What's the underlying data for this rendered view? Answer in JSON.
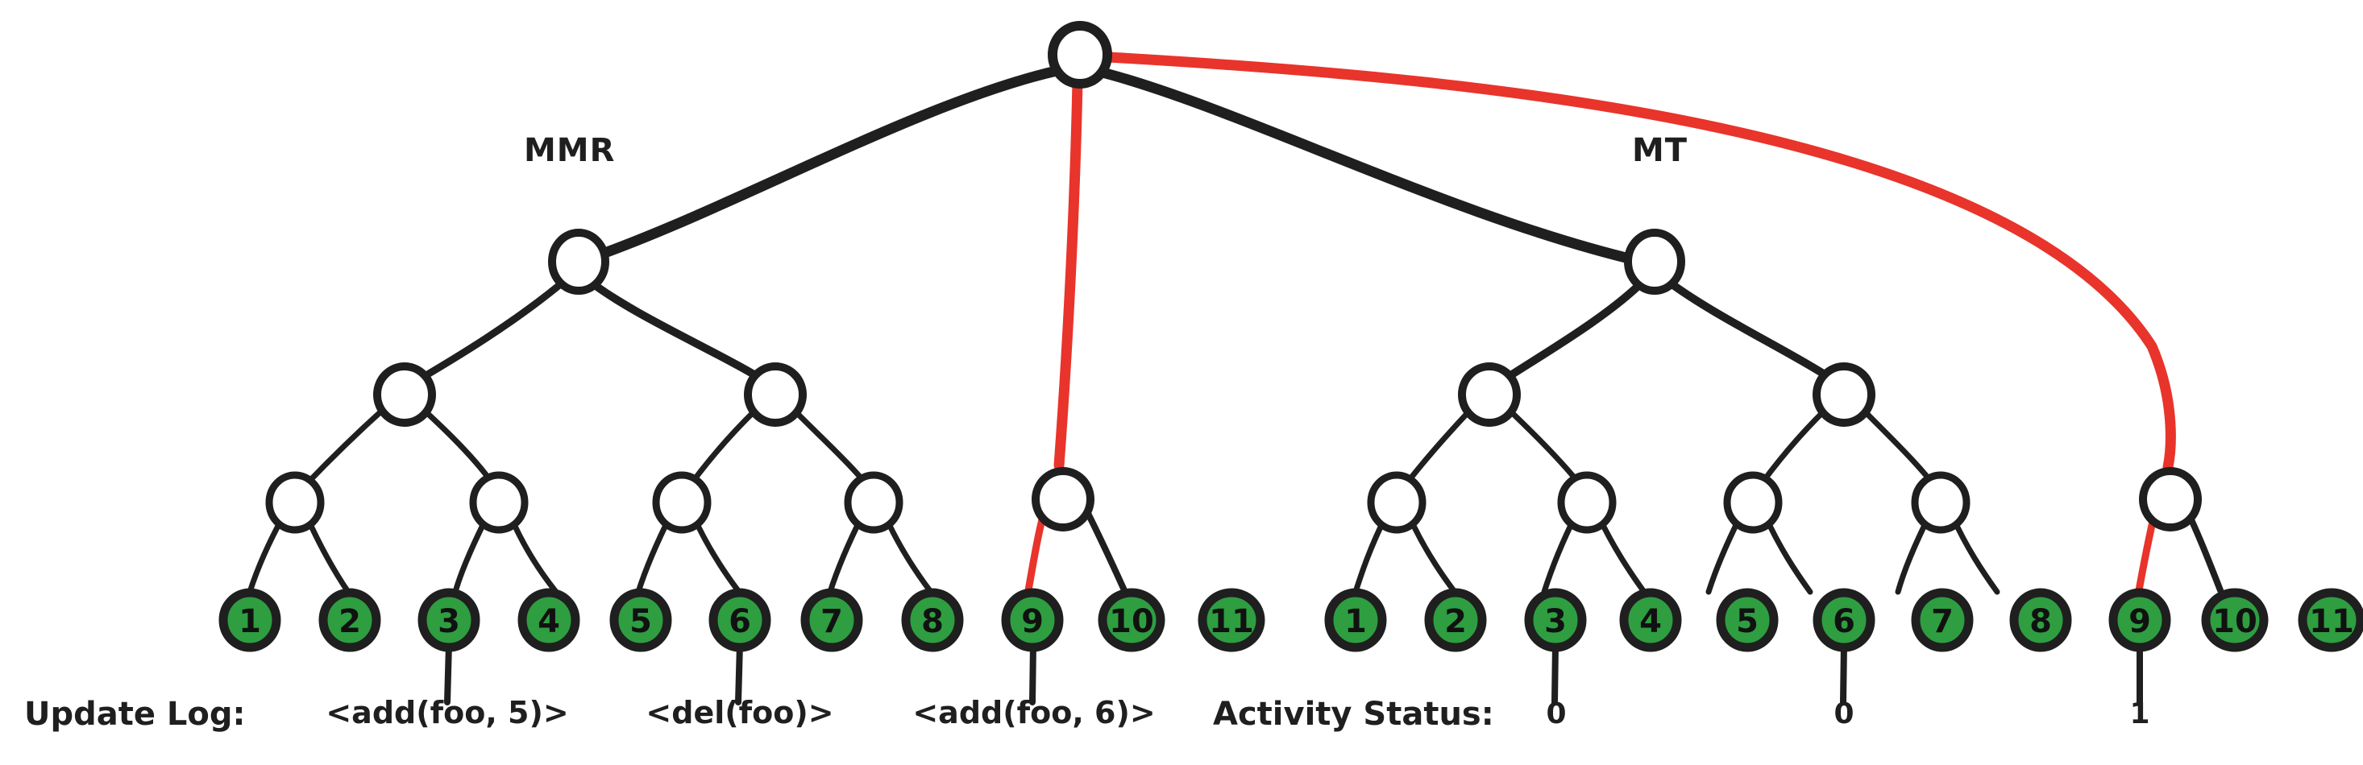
{
  "diagram": {
    "title_left": "MMR",
    "title_right": "MT",
    "colors": {
      "leaf_fill": "#2E9E41",
      "stroke": "#1f1f1f",
      "highlight": "#E8342B",
      "background": "#ffffff"
    },
    "leaf_labels": [
      "1",
      "2",
      "3",
      "4",
      "5",
      "6",
      "7",
      "8",
      "9",
      "10",
      "11"
    ]
  },
  "left_tree": {
    "name": "MMR",
    "leaves": [
      "1",
      "2",
      "3",
      "4",
      "5",
      "6",
      "7",
      "8",
      "9",
      "10",
      "11"
    ],
    "internal_node_count": 8,
    "highlighted_path": [
      "root",
      "node-9-10",
      "leaf-9"
    ]
  },
  "right_tree": {
    "name": "MT",
    "leaves": [
      "1",
      "2",
      "3",
      "4",
      "5",
      "6",
      "7",
      "8",
      "9",
      "10",
      "11"
    ],
    "internal_node_count": 8,
    "highlighted_path": [
      "root",
      "node-9-10",
      "leaf-9"
    ]
  },
  "update_log": {
    "caption": "Update Log:",
    "entries": [
      {
        "label": "<add(foo, 5)>",
        "leaf": "3"
      },
      {
        "label": "<del(foo)>",
        "leaf": "6"
      },
      {
        "label": "<add(foo, 6)>",
        "leaf": "9"
      }
    ]
  },
  "activity_status": {
    "caption": "Activity Status:",
    "entries": [
      {
        "value": "0",
        "leaf": "3"
      },
      {
        "value": "0",
        "leaf": "6"
      },
      {
        "value": "1",
        "leaf": "9"
      }
    ]
  }
}
